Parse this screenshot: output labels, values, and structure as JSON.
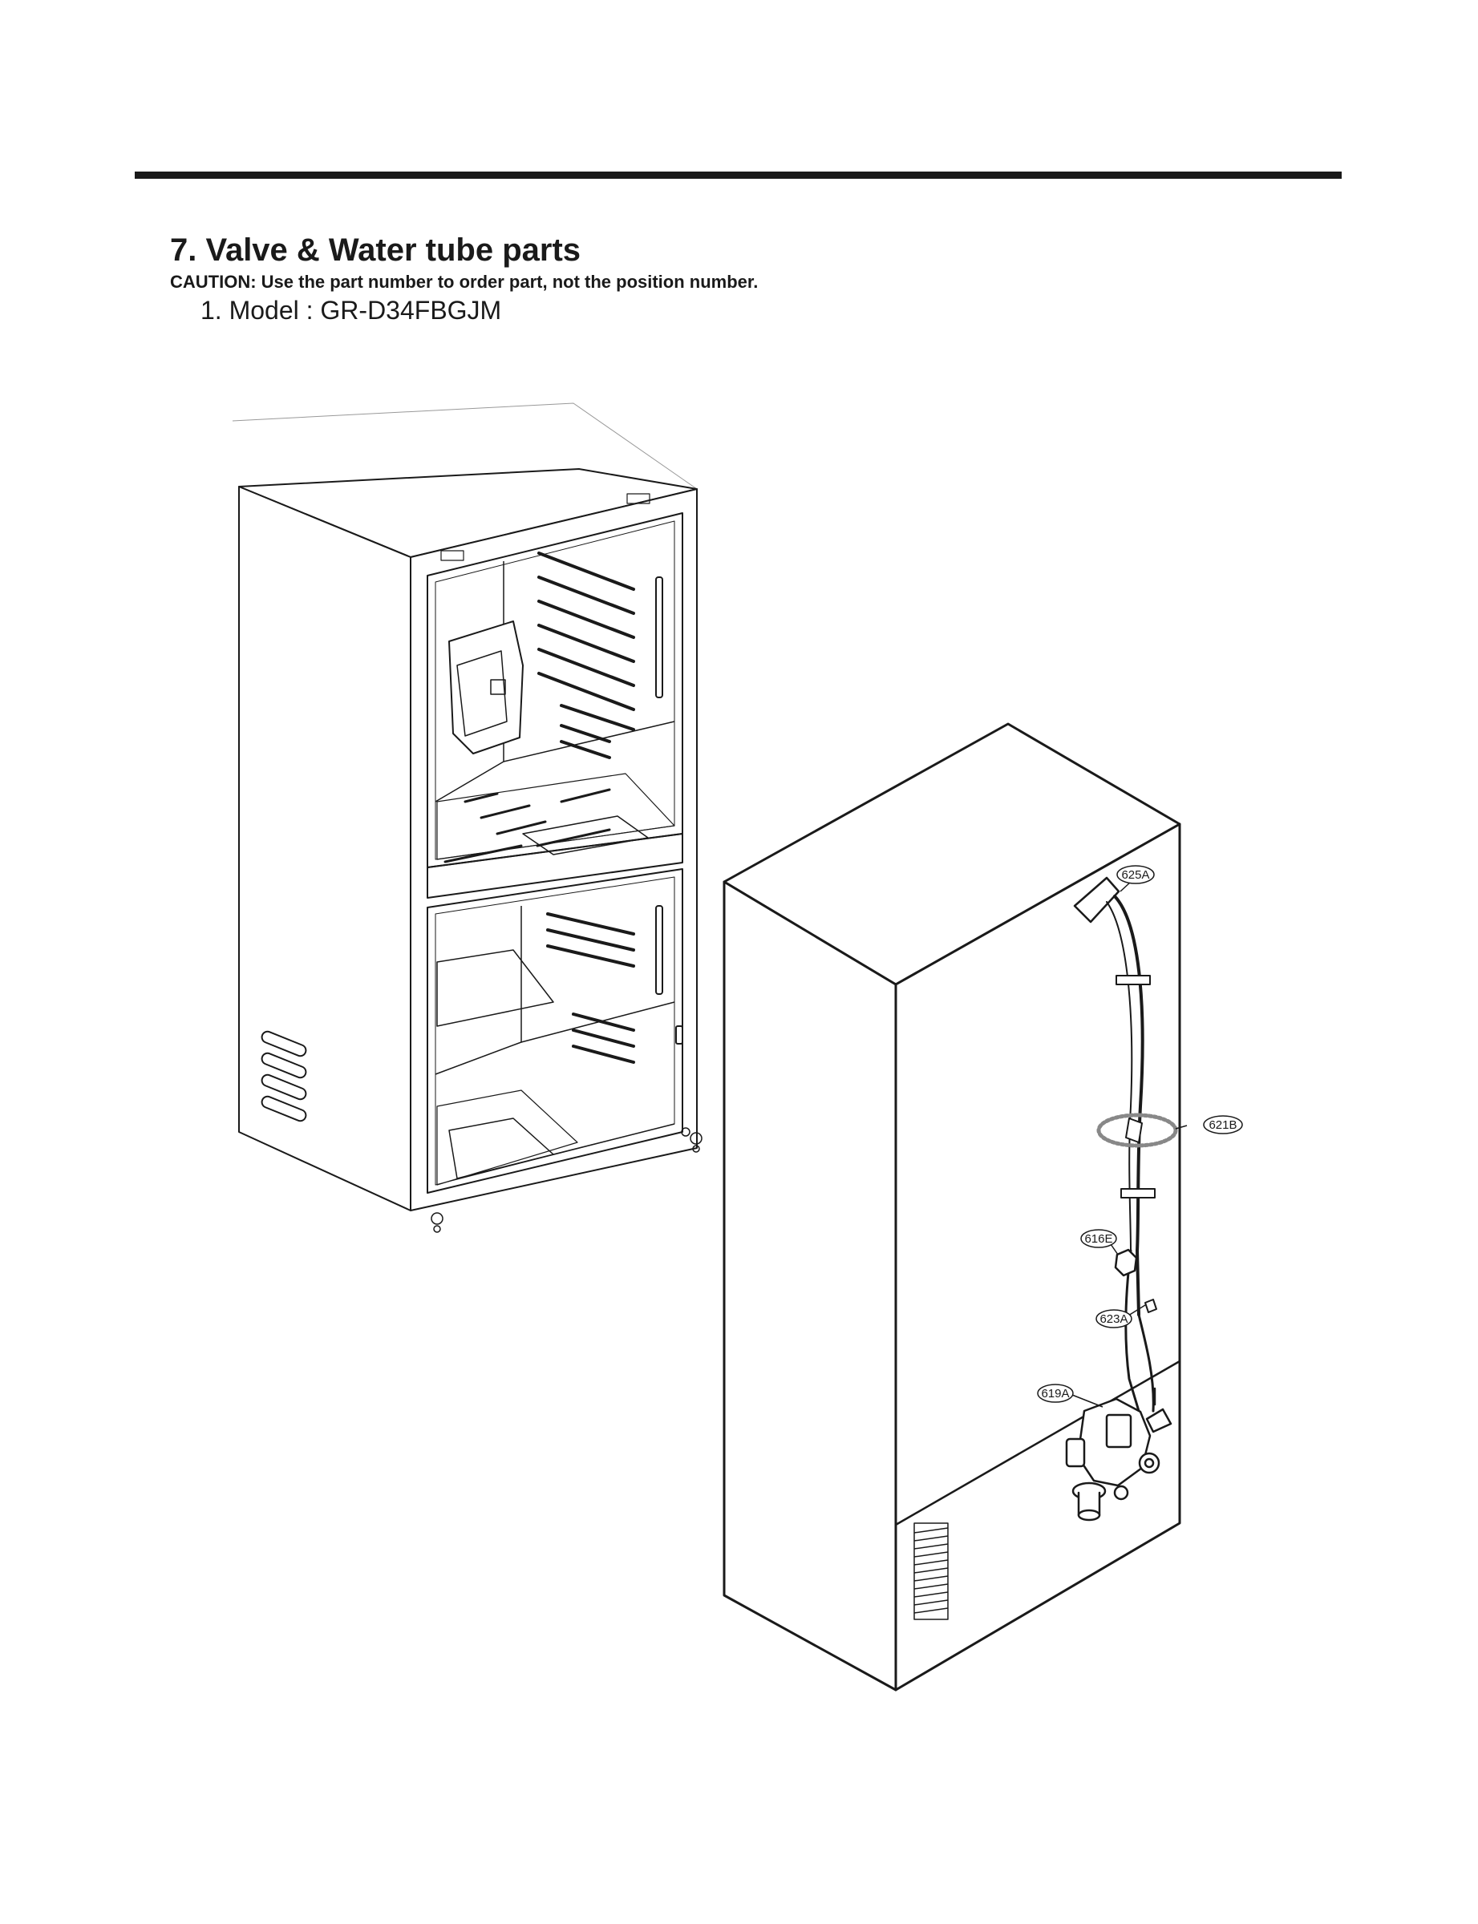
{
  "header": {
    "title": "7. Valve & Water tube parts",
    "caution": "CAUTION: Use the part number to order part, not the position number.",
    "model": "1. Model : GR-D34FBGJM"
  },
  "callouts": [
    {
      "id": "625A",
      "label": "625A"
    },
    {
      "id": "621B",
      "label": "621B"
    },
    {
      "id": "616E",
      "label": "616E"
    },
    {
      "id": "623A",
      "label": "623A"
    },
    {
      "id": "619A",
      "label": "619A"
    }
  ]
}
